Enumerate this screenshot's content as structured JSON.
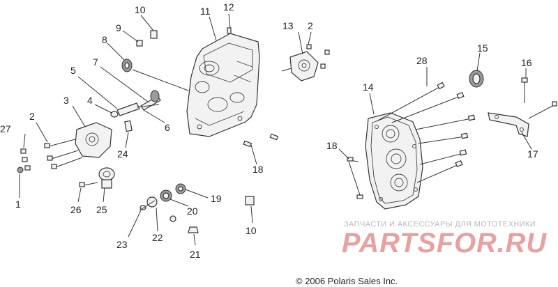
{
  "diagram": {
    "callouts": [
      "10",
      "11",
      "12",
      "9",
      "8",
      "13",
      "2",
      "7",
      "5",
      "28",
      "15",
      "16",
      "3",
      "4",
      "14",
      "2",
      "6",
      "27",
      "24",
      "18",
      "17",
      "18",
      "26",
      "25",
      "19",
      "1",
      "20",
      "10",
      "23",
      "22",
      "21"
    ]
  },
  "watermark": {
    "caption": "ЗАПЧАСТИ И АКСЕССУАРЫ ДЛЯ МОТОТЕХНИКИ",
    "logo_text": "PARTSFOR.RU",
    "logo_color": "#e8a0a0"
  },
  "footer": {
    "copyright": "© 2006 Polaris Sales Inc."
  }
}
